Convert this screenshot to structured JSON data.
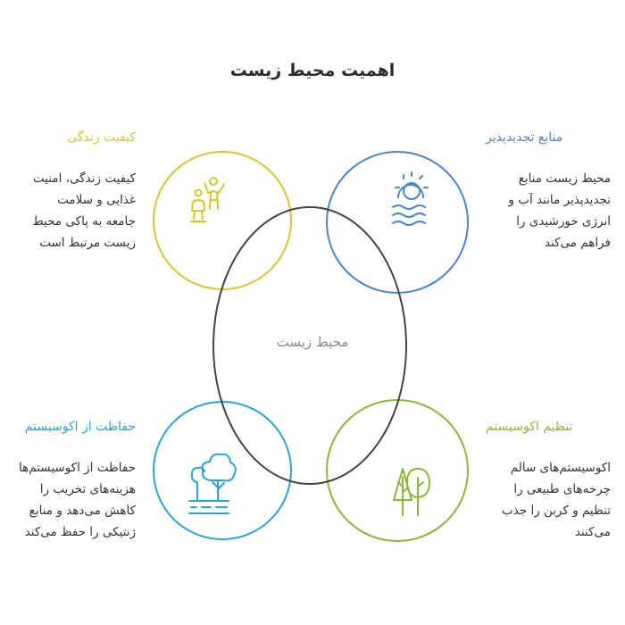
{
  "title": "اهمیت محیط زیست",
  "center": {
    "label": "محیط زیست",
    "color": "#444444"
  },
  "sections": {
    "top_left": {
      "heading": "کیفیت زندگی",
      "body": "کیفیت زندگی، امنیت\nغذایی و سلامت\nجامعه به پاکی محیط\nزیست مرتبط است",
      "color": "#d6c72f",
      "icon": "people-celebrating-icon"
    },
    "top_right": {
      "heading": "منابع تجدیدپذیر",
      "body": "محیط زیست منابع\nتجدیدپذیر مانند آب و\nانرژی خورشیدی را\nفراهم می‌کند",
      "color": "#4a86cf",
      "icon": "sun-over-water-icon"
    },
    "bottom_left": {
      "heading": "حفاظت از اکوسیستم",
      "body": "حفاظت از اکوسیستم‌ها\nهزینه‌های تخریب را\nکاهش می‌دهد و منابع\nژنتیکی را حفظ می‌کند",
      "color": "#2aa6d6",
      "icon": "trees-on-ground-icon"
    },
    "bottom_right": {
      "heading": "تنظیم اکوسیستم",
      "body": "اکوسیستم‌های سالم\nچرخه‌های طبیعی را\nتنظیم و کربن را جذب\nمی‌کنند",
      "color": "#8cb83a",
      "icon": "trees-icon"
    }
  }
}
